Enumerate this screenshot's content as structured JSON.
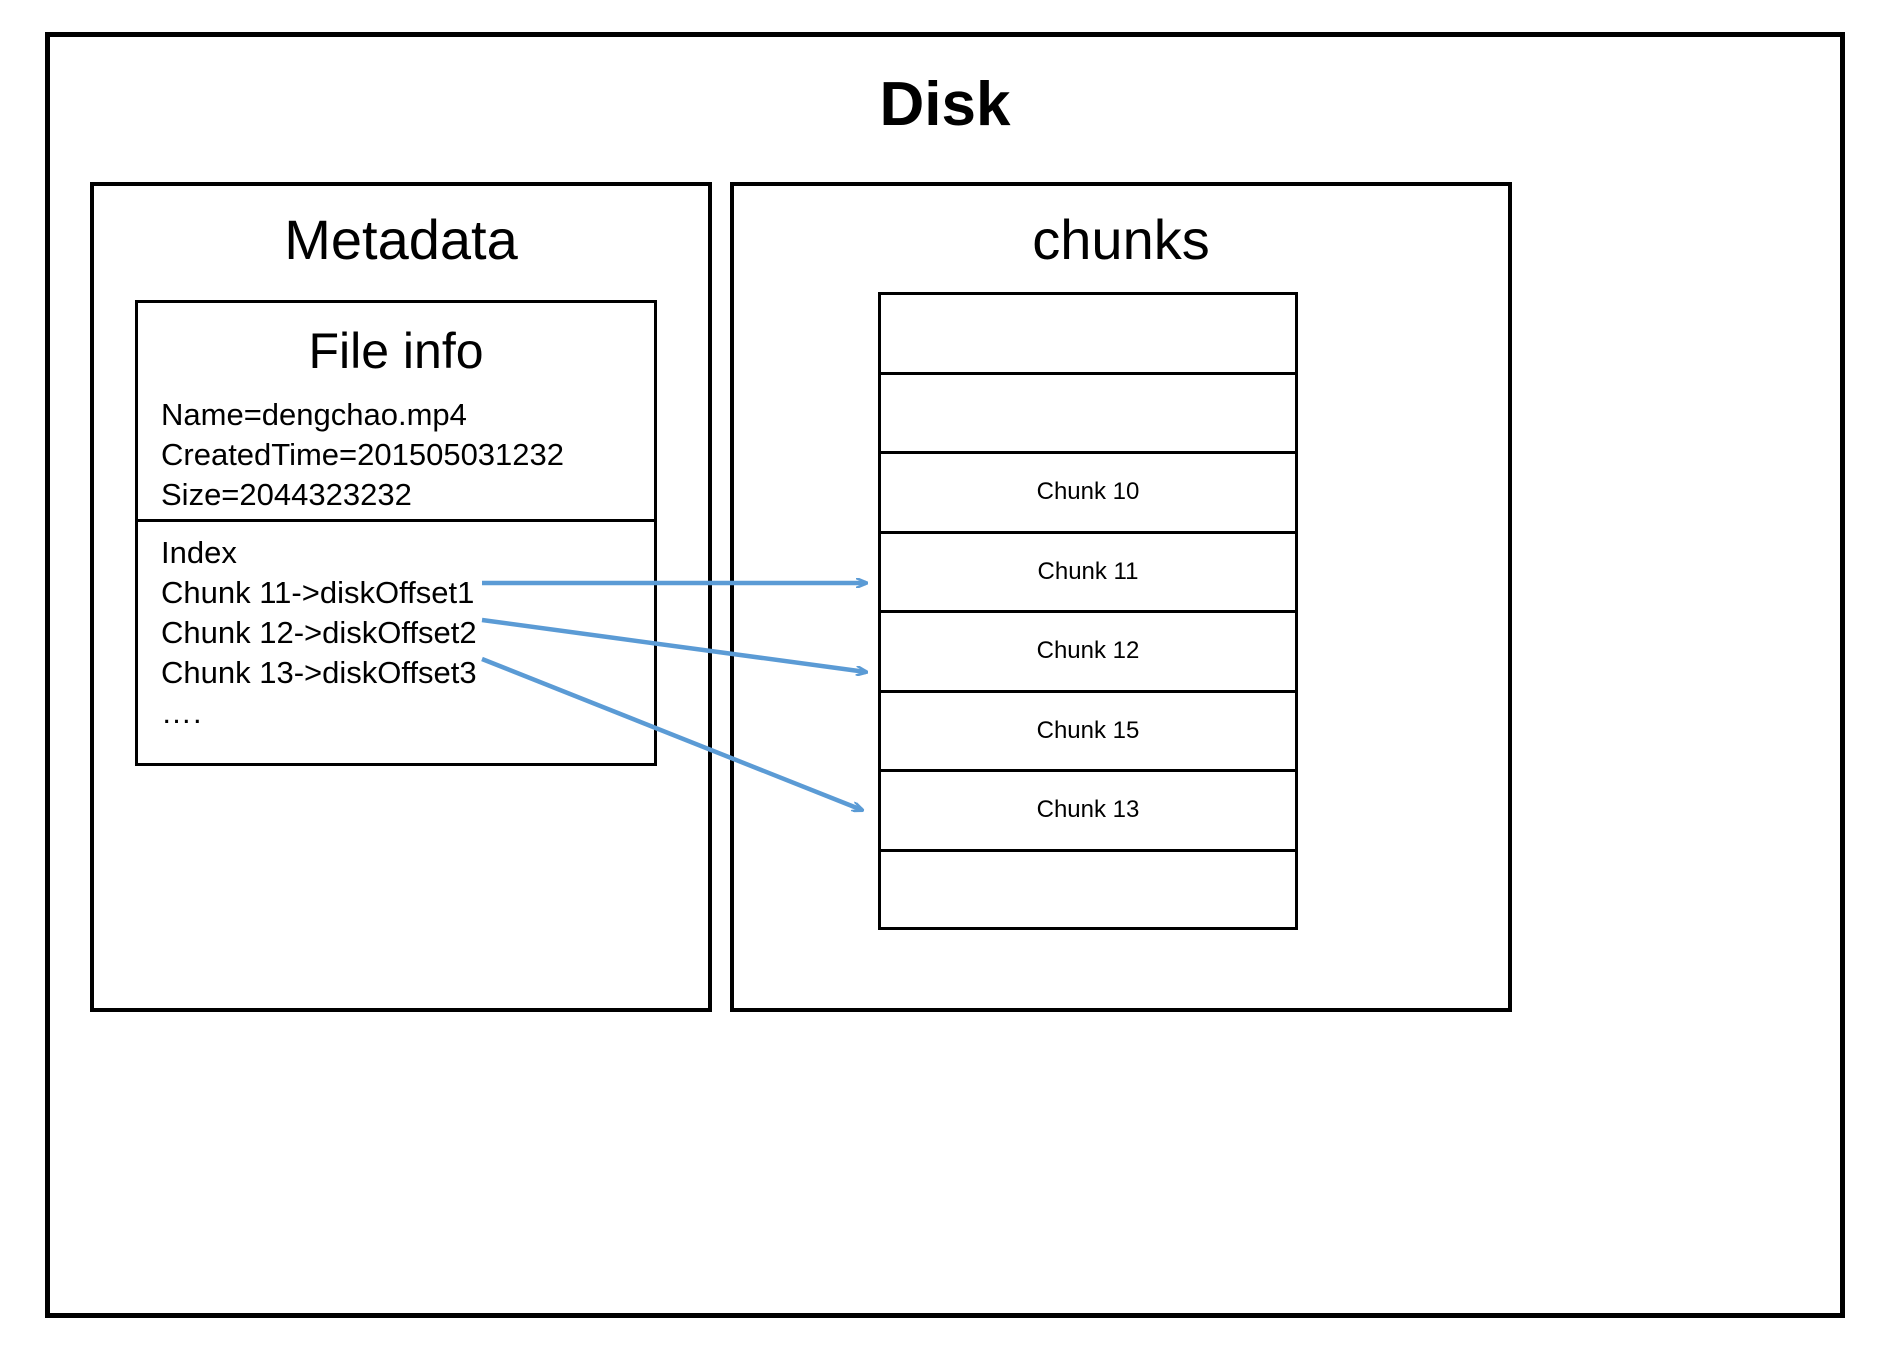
{
  "diagram": {
    "title": "Disk",
    "arrow_color": "#5B9BD5",
    "line_color": "#000000",
    "background": "#ffffff"
  },
  "metadata_panel": {
    "title": "Metadata",
    "file_info": {
      "title": "File info",
      "attributes": [
        "Name=dengchao.mp4",
        "CreatedTime=201505031232",
        "Size=2044323232"
      ],
      "index": {
        "heading": "Index",
        "entries": [
          "Chunk 11->diskOffset1",
          "Chunk 12->diskOffset2",
          "Chunk 13->diskOffset3"
        ],
        "ellipsis": "…."
      }
    }
  },
  "chunks_panel": {
    "title": "chunks",
    "rows": [
      {
        "label": ""
      },
      {
        "label": ""
      },
      {
        "label": "Chunk 10"
      },
      {
        "label": "Chunk 11"
      },
      {
        "label": "Chunk 12"
      },
      {
        "label": "Chunk 15"
      },
      {
        "label": "Chunk 13"
      },
      {
        "label": ""
      }
    ]
  },
  "arrows": [
    {
      "name": "arrow-chunk11",
      "from": "Chunk 11->diskOffset1",
      "to": "Chunk 11"
    },
    {
      "name": "arrow-chunk12",
      "from": "Chunk 12->diskOffset2",
      "to": "Chunk 12"
    },
    {
      "name": "arrow-chunk13",
      "from": "Chunk 13->diskOffset3",
      "to": "Chunk 13"
    }
  ]
}
